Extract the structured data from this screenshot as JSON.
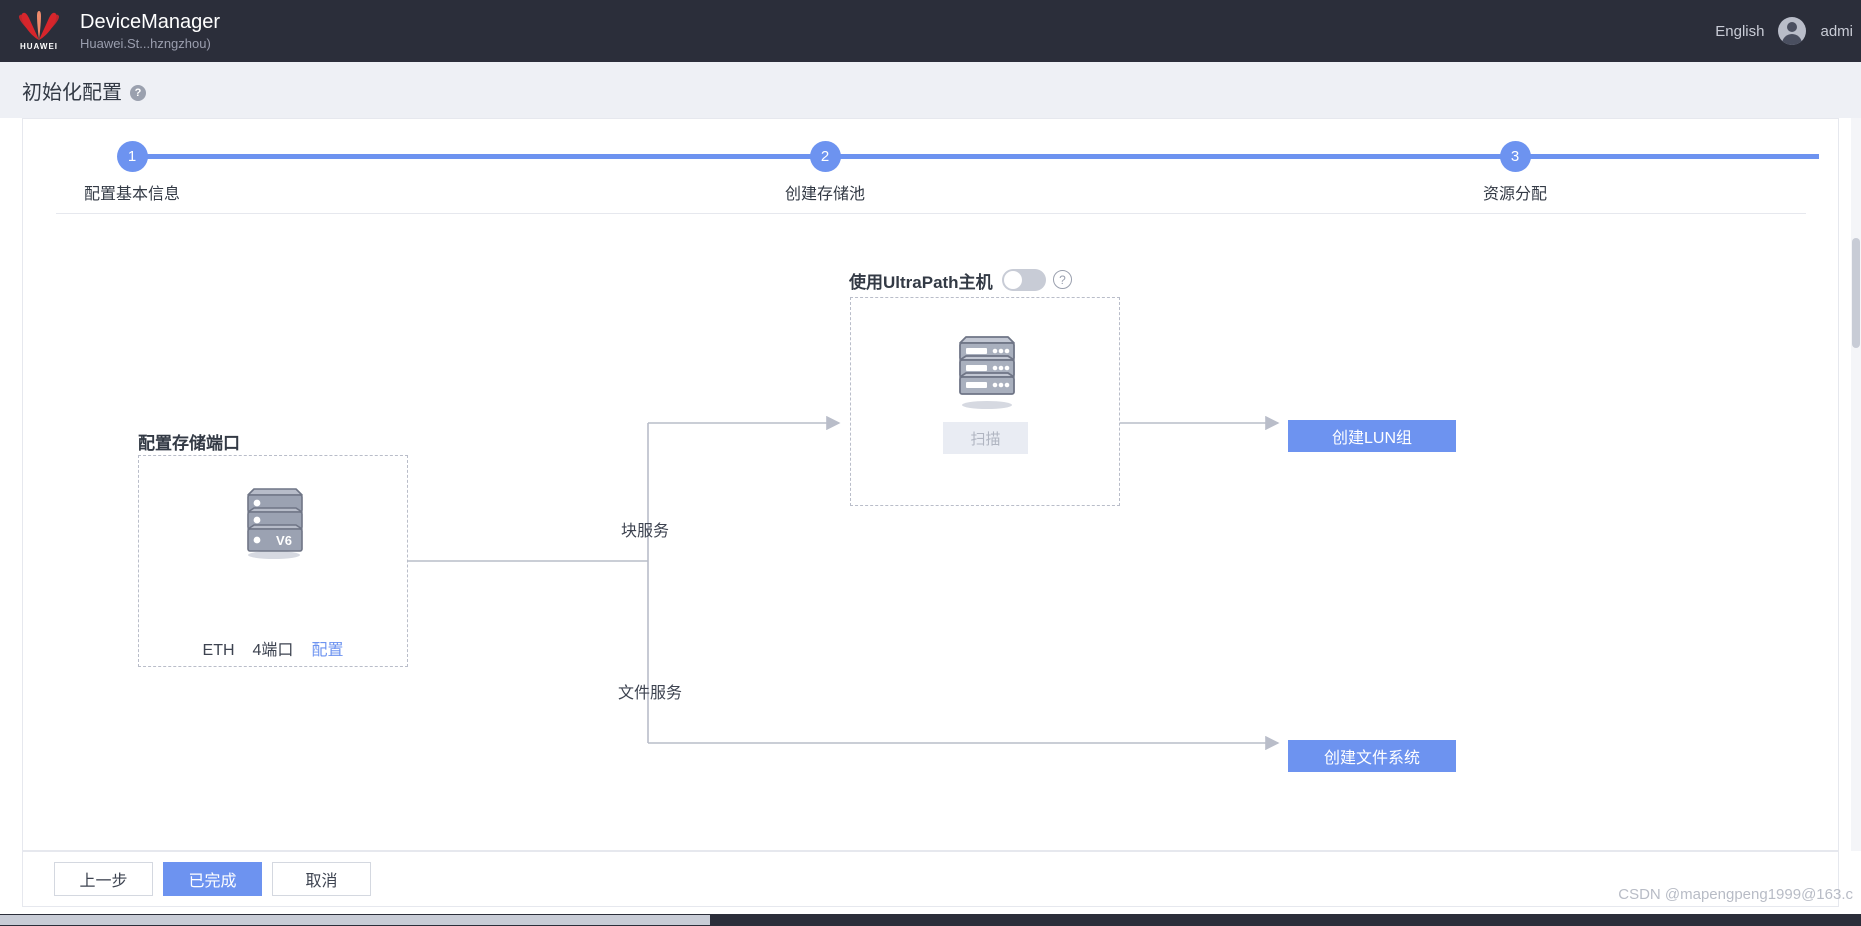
{
  "header": {
    "brand_word": "HUAWEI",
    "app_title": "DeviceManager",
    "app_subtitle": "Huawei.St...hzngzhou)",
    "language": "English",
    "username": "admi"
  },
  "page": {
    "title": "初始化配置",
    "help_glyph": "?"
  },
  "stepper": {
    "steps": [
      {
        "number": "1",
        "label": "配置基本信息"
      },
      {
        "number": "2",
        "label": "创建存储池"
      },
      {
        "number": "3",
        "label": "资源分配"
      }
    ],
    "accent_color": "#6d93f0"
  },
  "diagram": {
    "storage_port": {
      "title": "配置存储端口",
      "device_badge": "V6",
      "caption_protocol": "ETH",
      "caption_ports": "4端口",
      "caption_link": "配置"
    },
    "ultrapath": {
      "title": "使用UltraPath主机",
      "toggle_state": "off",
      "help_glyph": "?",
      "scan_button": "扫描",
      "scan_disabled": "true"
    },
    "branches": {
      "block_service": "块服务",
      "file_service": "文件服务"
    },
    "actions": {
      "create_lun_group": "创建LUN组",
      "create_file_system": "创建文件系统"
    }
  },
  "footer": {
    "previous": "上一步",
    "finished": "已完成",
    "cancel": "取消"
  },
  "watermark": "CSDN @mapengpeng1999@163.c"
}
